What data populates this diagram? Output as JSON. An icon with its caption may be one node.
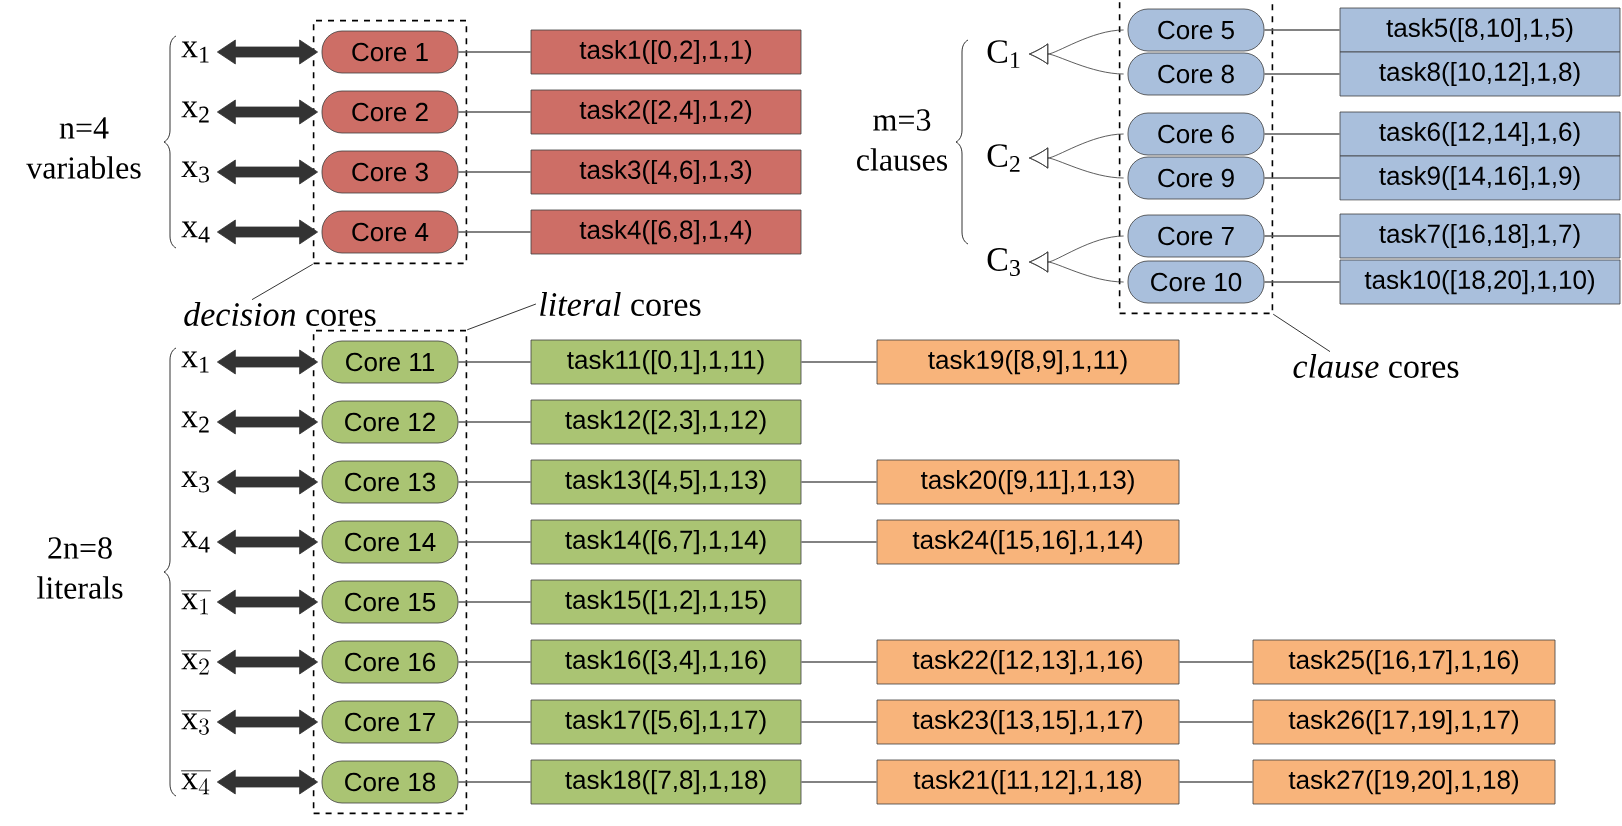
{
  "diagram": {
    "nodes": [
      {
        "text": [],
        "shape": "box"
      },
      {
        "text": [
          "Core 1"
        ],
        "in": 0
      },
      {
        "text": [
          "Core 2"
        ],
        "in": 0
      },
      {
        "text": [
          "Core 3"
        ],
        "in": 0
      },
      {
        "text": [
          "Core 4"
        ],
        "in": 0
      },
      {
        "text": [
          "task1([0,2],1,1)"
        ]
      },
      {
        "text": [
          "task2([2,4],1,2)"
        ]
      },
      {
        "text": [
          "task3([4,6],1,3)"
        ]
      },
      {
        "text": [
          "task4([6,8],1,4)"
        ]
      },
      {
        "text": [
          "x$_{1}$"
        ]
      },
      {
        "text": [
          "x$_{2}$"
        ]
      },
      {
        "text": [
          "x$_{3}$"
        ]
      },
      {
        "text": [
          "x$_{4}$"
        ]
      },
      {
        "text": [
          "*decision* cores"
        ]
      },
      {
        "text": [],
        "shape": "box"
      },
      {
        "text": [
          "Core 5"
        ],
        "in": 14
      },
      {
        "text": [
          "Core 8"
        ],
        "in": 14
      },
      {
        "text": [
          "Core 6"
        ],
        "in": 14
      },
      {
        "text": [
          "Core 9"
        ],
        "in": 14
      },
      {
        "text": [
          "Core 7"
        ],
        "in": 14
      },
      {
        "text": [
          "Core 10"
        ],
        "in": 14
      },
      {
        "text": [
          "task5([8,10],1,5)"
        ]
      },
      {
        "text": [
          "task8([10,12],1,8)"
        ]
      },
      {
        "text": [
          "task6([12,14],1,6)"
        ]
      },
      {
        "text": [
          "task9([14,16],1,9)"
        ]
      },
      {
        "text": [
          "task7([16,18],1,7)"
        ]
      },
      {
        "text": [
          "task10([18,20],1,10)"
        ]
      },
      {
        "text": [
          "C$_{1}$"
        ]
      },
      {
        "text": [
          "C$_{2}$"
        ]
      },
      {
        "text": [
          "C$_{3}$"
        ]
      },
      {
        "text": [
          "*clause* cores"
        ]
      },
      {
        "text": [],
        "shape": "box"
      },
      {
        "text": [
          "Core 11"
        ],
        "in": 31
      },
      {
        "text": [
          "Core 12"
        ],
        "in": 31
      },
      {
        "text": [
          "Core 13"
        ],
        "in": 31
      },
      {
        "text": [
          "Core 14"
        ],
        "in": 31
      },
      {
        "text": [
          "Core 15"
        ],
        "in": 31
      },
      {
        "text": [
          "Core 16"
        ],
        "in": 31
      },
      {
        "text": [
          "Core 17"
        ],
        "in": 31
      },
      {
        "text": [
          "Core 18"
        ],
        "in": 31
      },
      {
        "text": [
          "task11([0,1],1,11)"
        ]
      },
      {
        "text": [
          "task12([2,3],1,12)"
        ]
      },
      {
        "text": [
          "task13([4,5],1,13)"
        ]
      },
      {
        "text": [
          "task14([6,7],1,14)"
        ]
      },
      {
        "text": [
          "task15([1,2],1,15)"
        ]
      },
      {
        "text": [
          "task16([3,4],1,16)"
        ]
      },
      {
        "text": [
          "task17([5,6],1,17)"
        ]
      },
      {
        "text": [
          "task18([7,8],1,18)"
        ]
      },
      {
        "text": [
          "x$_{1}$"
        ]
      },
      {
        "text": [
          "x$_{2}$"
        ]
      },
      {
        "text": [
          "x$_{3}$"
        ]
      },
      {
        "text": [
          "x$_{4}$"
        ]
      },
      {
        "text": [
          "\\overline{\\mathrm{x}_{1}}"
        ]
      },
      {
        "text": [
          "\\overline{\\mathrm{x}_{2}}"
        ]
      },
      {
        "text": [
          "\\overline{\\mathrm{x}_{3}}"
        ]
      },
      {
        "text": [
          "\\overline{\\mathrm{x}_{4}}"
        ]
      },
      {
        "text": [
          "*literal* cores"
        ]
      },
      {
        "text": [
          "task19([8,9],1,11)"
        ]
      },
      {
        "text": [
          "task20([9,11],1,13)"
        ]
      },
      {
        "text": [
          "task24([15,16],1,14)"
        ]
      },
      {
        "text": [
          "task22([12,13],1,16)"
        ]
      },
      {
        "text": [
          "task23([13,15],1,17)"
        ]
      },
      {
        "text": [
          "task21([11,12],1,18)"
        ]
      },
      {
        "text": [
          "task25([16,17],1,16)"
        ]
      },
      {
        "text": [
          "task26([17,19],1,17)"
        ]
      },
      {
        "text": [
          "task27([19,20],1,18)"
        ]
      }
    ],
    "edges": [
      {
        "from": 9,
        "to": 1,
        "arrow": "both"
      },
      {
        "from": 10,
        "to": 2,
        "arrow": "both"
      },
      {
        "from": 11,
        "to": 3,
        "arrow": "both"
      },
      {
        "from": 12,
        "to": 4,
        "arrow": "both"
      },
      {
        "from": 1,
        "to": 5,
        "arrow": "none"
      },
      {
        "from": 2,
        "to": 6,
        "arrow": "none"
      },
      {
        "from": 3,
        "to": 7,
        "arrow": "none"
      },
      {
        "from": 4,
        "to": 8,
        "arrow": "none"
      },
      {
        "from": 13,
        "to": 0,
        "arrow": "none"
      },
      {
        "from": 15,
        "to": 27,
        "arrow": "to"
      },
      {
        "from": 16,
        "to": 27,
        "arrow": "to"
      },
      {
        "from": 17,
        "to": 28,
        "arrow": "to"
      },
      {
        "from": 18,
        "to": 28,
        "arrow": "to"
      },
      {
        "from": 19,
        "to": 29,
        "arrow": "to"
      },
      {
        "from": 20,
        "to": 29,
        "arrow": "to"
      },
      {
        "from": 15,
        "to": 21,
        "arrow": "none"
      },
      {
        "from": 16,
        "to": 22,
        "arrow": "none"
      },
      {
        "from": 17,
        "to": 23,
        "arrow": "none"
      },
      {
        "from": 18,
        "to": 24,
        "arrow": "none"
      },
      {
        "from": 19,
        "to": 25,
        "arrow": "none"
      },
      {
        "from": 20,
        "to": 26,
        "arrow": "none"
      },
      {
        "from": 30,
        "to": 14,
        "arrow": "none"
      },
      {
        "from": 48,
        "to": 32,
        "arrow": "both"
      },
      {
        "from": 49,
        "to": 33,
        "arrow": "both"
      },
      {
        "from": 50,
        "to": 34,
        "arrow": "both"
      },
      {
        "from": 51,
        "to": 35,
        "arrow": "both"
      },
      {
        "from": 52,
        "to": 36,
        "arrow": "both"
      },
      {
        "from": 53,
        "to": 37,
        "arrow": "both"
      },
      {
        "from": 54,
        "to": 38,
        "arrow": "both"
      },
      {
        "from": 55,
        "to": 39,
        "arrow": "both"
      },
      {
        "from": 32,
        "to": 40,
        "arrow": "none"
      },
      {
        "from": 33,
        "to": 41,
        "arrow": "none"
      },
      {
        "from": 34,
        "to": 42,
        "arrow": "none"
      },
      {
        "from": 35,
        "to": 43,
        "arrow": "none"
      },
      {
        "from": 36,
        "to": 44,
        "arrow": "none"
      },
      {
        "from": 37,
        "to": 45,
        "arrow": "none"
      },
      {
        "from": 38,
        "to": 46,
        "arrow": "none"
      },
      {
        "from": 39,
        "to": 47,
        "arrow": "none"
      },
      {
        "from": 56,
        "to": 31,
        "arrow": "none"
      },
      {
        "from": 40,
        "to": 57,
        "arrow": "none"
      },
      {
        "from": 42,
        "to": 58,
        "arrow": "none"
      },
      {
        "from": 43,
        "to": 59,
        "arrow": "none"
      },
      {
        "from": 45,
        "to": 60,
        "arrow": "none"
      },
      {
        "from": 46,
        "to": 61,
        "arrow": "none"
      },
      {
        "from": 47,
        "to": 62,
        "arrow": "none"
      },
      {
        "from": 60,
        "to": 63,
        "arrow": "none"
      },
      {
        "from": 61,
        "to": 64,
        "arrow": "none"
      },
      {
        "from": 62,
        "to": 65,
        "arrow": "none"
      }
    ],
    "labels": [
      "n=4 variables",
      "m=3 clauses",
      "2n=8 literals"
    ]
  }
}
